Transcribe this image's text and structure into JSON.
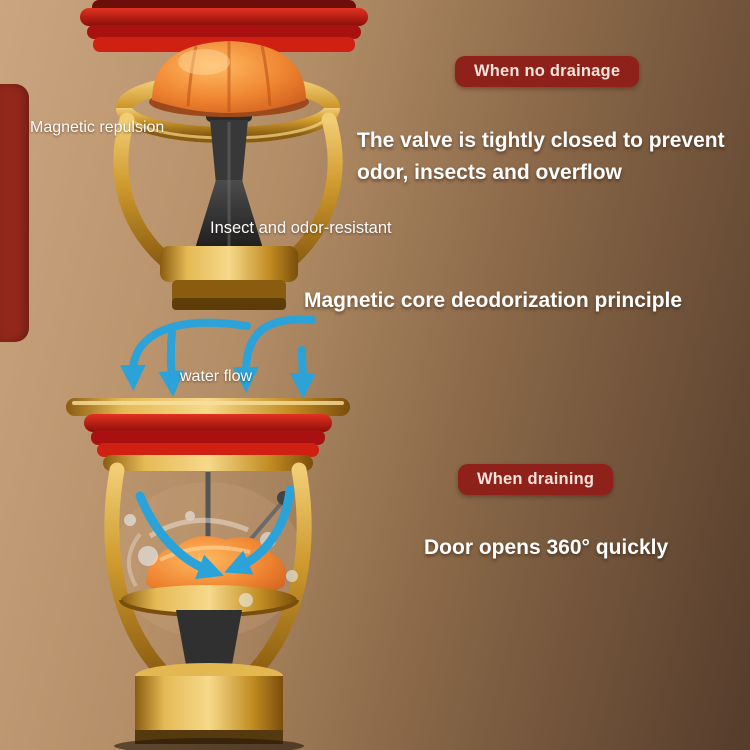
{
  "colors": {
    "badge_bg": "#8e211a",
    "badge_text": "#f6e3da",
    "heading_text": "#ffffff",
    "label_text": "#fdfdfd",
    "arrow_blue": "#2ba3d8",
    "gold": "#c9952c",
    "ring_red": "#cf2012",
    "core_orange": "#ef8430",
    "accent_shape": "#93281a",
    "background_left": "#cba57f",
    "background_right": "#553c2b"
  },
  "sections": {
    "no_drainage": {
      "badge": "When no drainage",
      "label_magnetic": "Magnetic repulsion",
      "description_line1": "The valve is tightly closed to prevent",
      "description_line2": "odor, insects and overflow",
      "label_insect": "Insect and odor-resistant"
    },
    "principle_title": "Magnetic core deodorization principle",
    "draining": {
      "badge": "When draining",
      "label_water_flow": "water flow",
      "description": "Door opens 360° quickly"
    }
  }
}
